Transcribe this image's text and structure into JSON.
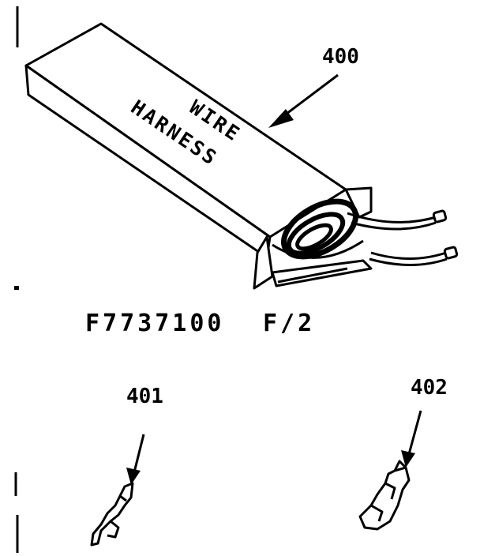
{
  "box": {
    "label_line1": "WIRE",
    "label_line2": "HARNESS"
  },
  "callouts": {
    "harness": "400",
    "terminal_a": "401",
    "terminal_b": "402"
  },
  "caption": {
    "part_number": "F7737100",
    "figure": "F/2"
  }
}
